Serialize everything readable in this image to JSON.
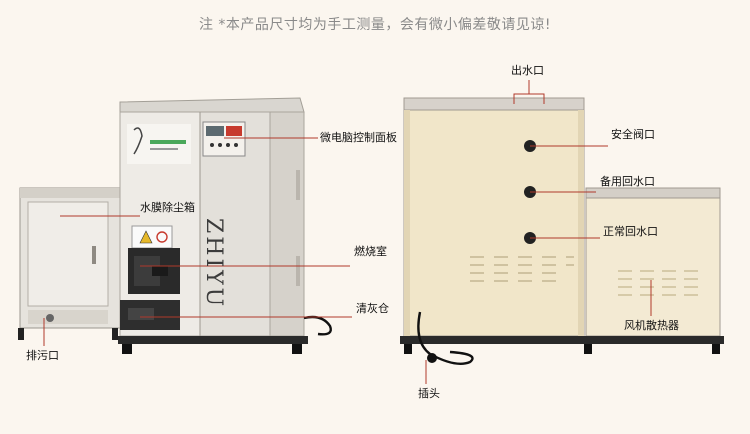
{
  "note": "注 *本产品尺寸均为手工测量，会有微小偏差敬请见谅!",
  "left_product": {
    "brand_vertical": "ZHIYU",
    "callouts": {
      "control_panel": "微电脑控制面板",
      "dust_box": "水膜除尘箱",
      "combustion": "燃烧室",
      "ash_bin": "清灰仓",
      "drain": "排污口"
    }
  },
  "right_product": {
    "callouts": {
      "water_outlet": "出水口",
      "safety_valve": "安全阀口",
      "spare_return": "备用回水口",
      "normal_return": "正常回水口",
      "fan_radiator": "风机散热器",
      "plug": "插头"
    }
  },
  "colors": {
    "background": "#fbf6ef",
    "callout_line": "#b0392b",
    "boiler_body": "#ece8e2",
    "tank_body": "#f1e6c9"
  }
}
